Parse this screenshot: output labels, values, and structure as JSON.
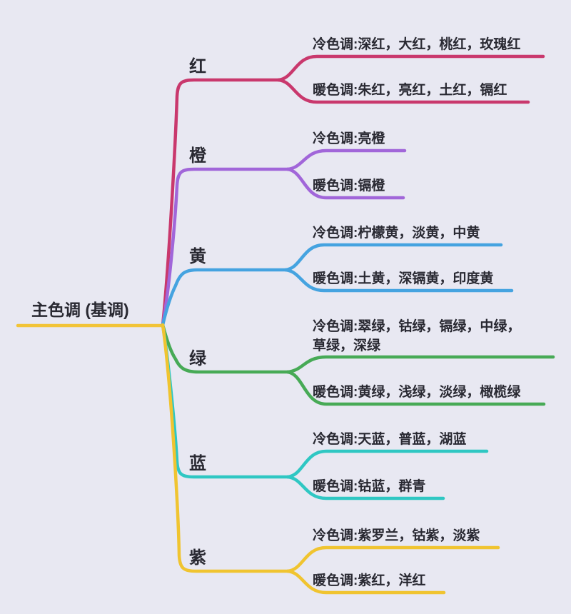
{
  "canvas": {
    "background_color": "#e8e8f2",
    "text_color": "#292932"
  },
  "root": {
    "label": "主色调 (基调)",
    "color": "#f2c437"
  },
  "branches": [
    {
      "label": "红",
      "color": "#c9386d",
      "cool": "冷色调:深红，大红，桃红，玫瑰红",
      "warm": "暖色调:朱红，亮红，土红，镉红"
    },
    {
      "label": "橙",
      "color": "#a166d9",
      "cool": "冷色调:亮橙",
      "warm": "暖色调:镉橙"
    },
    {
      "label": "黄",
      "color": "#45a3e0",
      "cool": "冷色调:柠檬黄，淡黄，中黄",
      "warm": "暖色调:土黄，深镉黄，印度黄"
    },
    {
      "label": "绿",
      "color": "#47aa56",
      "cool": "冷色调:翠绿，钴绿，镉绿，中绿，草绿，深绿",
      "warm": "暖色调:黄绿，浅绿，淡绿，橄榄绿"
    },
    {
      "label": "蓝",
      "color": "#2fc7c3",
      "cool": "冷色调:天蓝，普蓝，湖蓝",
      "warm": "暖色调:钴蓝，群青"
    },
    {
      "label": "紫",
      "color": "#f0c430",
      "cool": "冷色调:紫罗兰，钴紫，淡紫",
      "warm": "暖色调:紫红，洋红"
    }
  ]
}
